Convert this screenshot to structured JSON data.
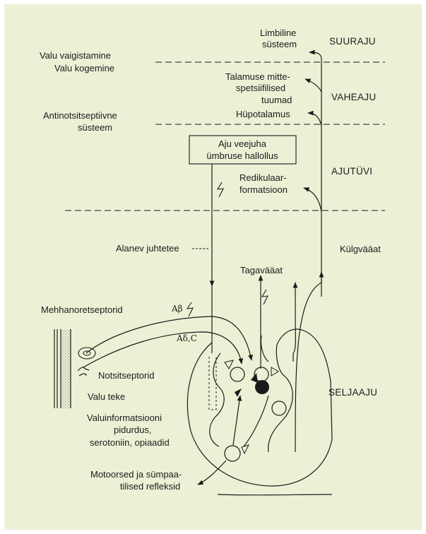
{
  "regions": {
    "suuraju": "SUURAJU",
    "vaheaju": "VAHEAJU",
    "ajutuvi": "AJUTÜVI",
    "seljaaju": "SELJAAJU"
  },
  "labels": {
    "limbiline_1": "Limbiline",
    "limbiline_2": "süsteem",
    "valu_vaigistamine": "Valu vaigistamine",
    "valu_kogemine": "Valu kogemine",
    "talamus_1": "Talamuse mitte-",
    "talamus_2": "spetsiifilised",
    "talamus_3": "tuumad",
    "hupotalamus": "Hüpotalamus",
    "antinots_1": "Antinotsitseptiivne",
    "antinots_2": "süsteem",
    "aju_1": "Aju veejuha",
    "aju_2": "ümbruse hallollus",
    "redikul_1": "Redikulaar-",
    "redikul_2": "formatsioon",
    "alanev": "Alanev juhtetee",
    "kulgvaat": "Külgvääat",
    "tagavaat": "Tagavääat",
    "mehhano": "Mehhanoretseptorid",
    "a_beta": "Aβ",
    "a_delta_c": "Aδ,C",
    "notsi": "Notsitseptorid",
    "valu_teke": "Valu teke",
    "valuinfo_1": "Valuinformatsiooni",
    "valuinfo_2": "pidurdus,",
    "valuinfo_3": "serotoniin, opiaadid",
    "motoorsed_1": "Motoorsed ja sümpaa-",
    "motoorsed_2": "tilised refleksid"
  }
}
